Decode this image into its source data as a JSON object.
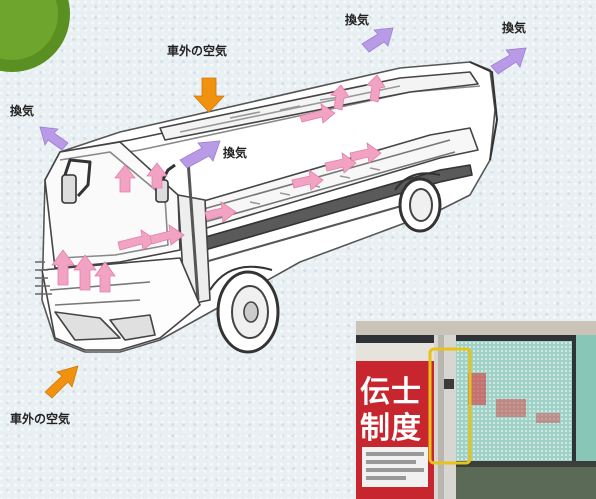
{
  "labels": {
    "exhaust_top_center": "換気",
    "exhaust_top_right": "換気",
    "exhaust_left": "換気",
    "exhaust_middle": "換気",
    "intake_top": "車外の空気",
    "intake_bottom": "車外の空気"
  },
  "photo": {
    "sign_line1": "伝士",
    "sign_line2": "制度"
  },
  "colors": {
    "exhaust_arrow": "#b99ae6",
    "intake_arrow": "#f0920f",
    "airflow_arrow": "#f2a3c3",
    "highlight_box": "#e8c21a",
    "corner_badge": "#5a8f22"
  }
}
